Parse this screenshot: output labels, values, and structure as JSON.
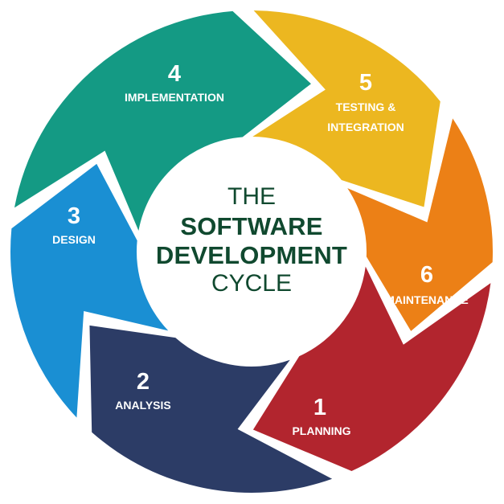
{
  "title": {
    "line1": "THE",
    "line2": "SOFTWARE",
    "line3": "DEVELOPMENT",
    "line4": "CYCLE",
    "color": "#10492f"
  },
  "stages": [
    {
      "number": "1",
      "label": "PLANNING",
      "color": "#b2252e"
    },
    {
      "number": "2",
      "label": "ANALYSIS",
      "color": "#2c3c66"
    },
    {
      "number": "3",
      "label": "DESIGN",
      "color": "#1a8fd3"
    },
    {
      "number": "4",
      "label": "IMPLEMENTATION",
      "color": "#149a84"
    },
    {
      "number": "5",
      "label": "TESTING &",
      "label2": "INTEGRATION",
      "color": "#ecb720"
    },
    {
      "number": "6",
      "label": "MAINTENANCE",
      "color": "#ec8016"
    }
  ]
}
